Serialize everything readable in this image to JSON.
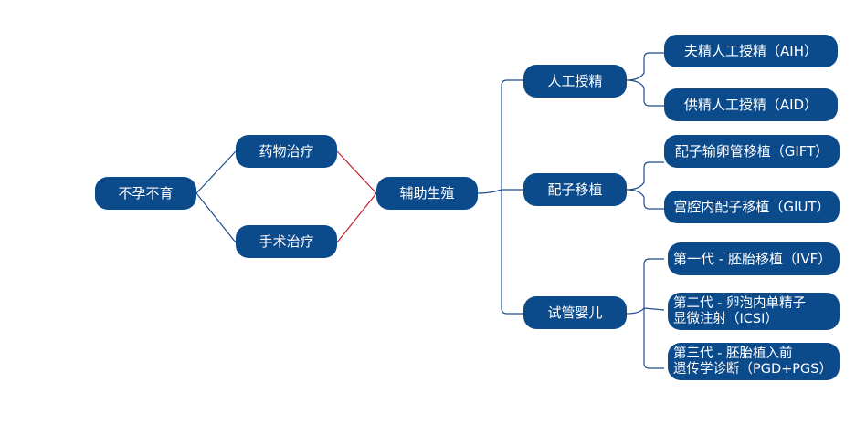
{
  "root": "不孕不育",
  "treatments": [
    "药物治疗",
    "手术治疗"
  ],
  "center": "辅助生殖",
  "branches": [
    {
      "label": "人工授精",
      "children": [
        [
          "夫精人工授精（AIH）"
        ],
        [
          "供精人工授精（AID）"
        ]
      ]
    },
    {
      "label": "配子移植",
      "children": [
        [
          "配子输卵管移植（GIFT）"
        ],
        [
          "宫腔内配子移植（GIUT）"
        ]
      ]
    },
    {
      "label": "试管婴儿",
      "children": [
        [
          "第一代 - 胚胎移植（IVF）"
        ],
        [
          "第二代 - 卵泡内单精子",
          "显微注射（ICSI）"
        ],
        [
          "第三代 - 胚胎植入前",
          "遗传学诊断（PGD+PGS）"
        ]
      ]
    }
  ],
  "colors": {
    "node": "#0b4a8b",
    "line_blue": "#1f4e8c",
    "line_red": "#c0202a"
  }
}
